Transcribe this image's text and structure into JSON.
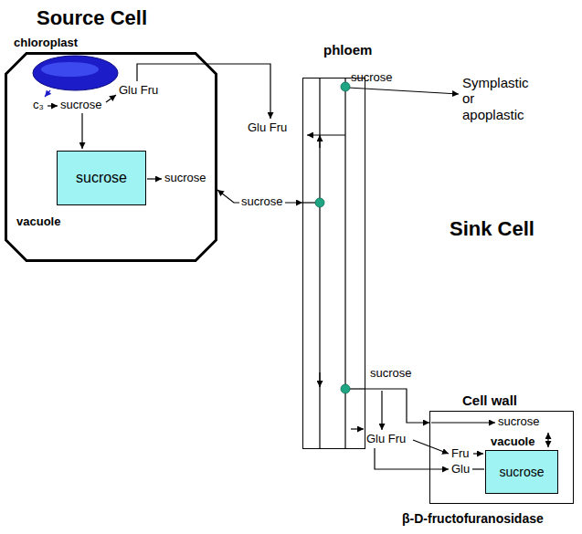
{
  "diagram": {
    "nodes": [
      {
        "text": [
          "Source Cell"
        ]
      },
      {
        "text": [
          "chloroplast"
        ],
        "in": 0
      },
      {
        "text": [
          "sucrose"
        ],
        "in": 0
      },
      {
        "text": [
          "phloem"
        ]
      },
      {
        "text": [
          "Cell wall"
        ]
      },
      {
        "text": [
          "vacuole",
          "sucrose"
        ],
        "in": 4
      }
    ],
    "edges": [
      {
        "from": 0,
        "to": 3,
        "label": "sucrose",
        "arrow": "both"
      },
      {
        "from": 3,
        "to": 4,
        "arrow": "to"
      }
    ],
    "labels": [
      "c₃",
      "sucrose",
      "Glu Fru",
      "sucrose",
      "vacuole",
      "Glu Fru",
      "sucrose",
      "Symplastic or apoplastic",
      "Sink Cell",
      "sucrose",
      "Glu Fru",
      "sucrose",
      "Fru",
      "Glu",
      "β-D-fructofuranosidase"
    ]
  }
}
